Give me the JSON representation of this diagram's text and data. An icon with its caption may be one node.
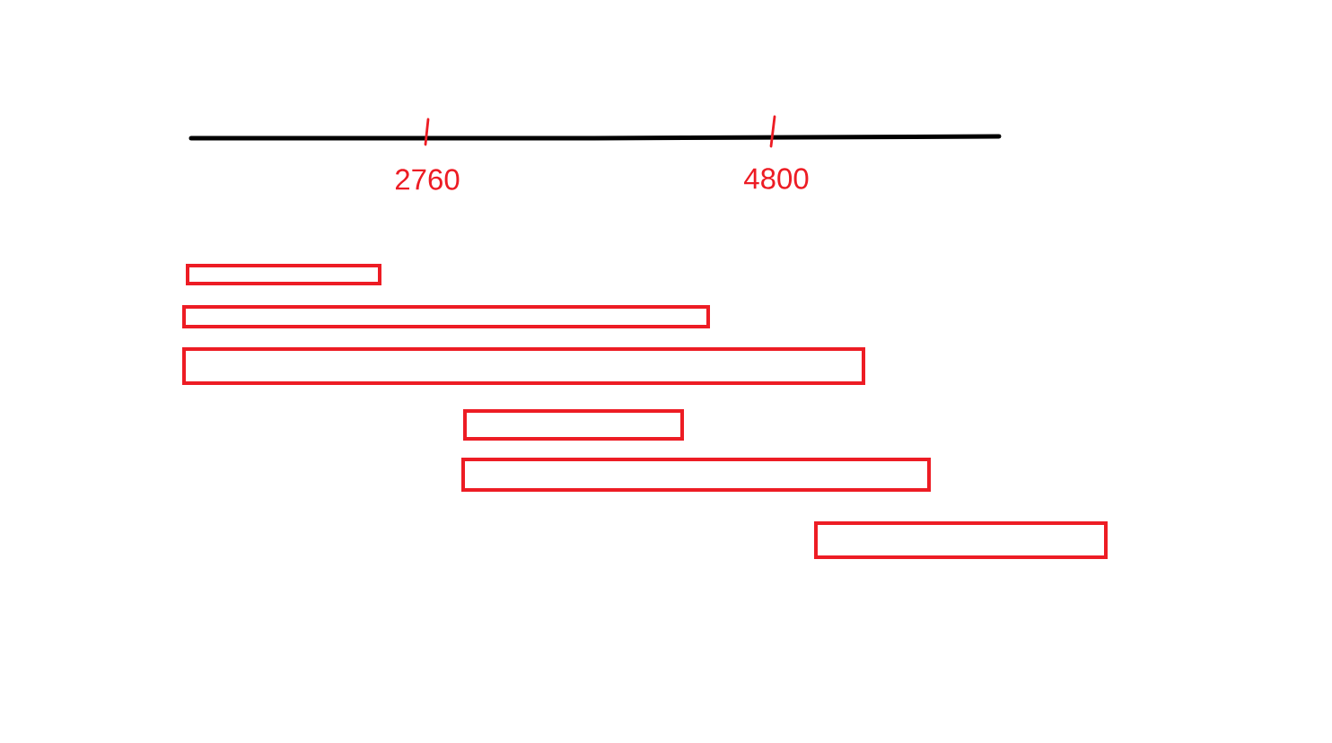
{
  "diagram": {
    "nodes": [
      {
        "text": [],
        "shape": "bar"
      },
      {
        "text": [],
        "shape": "bar"
      },
      {
        "text": [],
        "shape": "bar"
      },
      {
        "text": [],
        "shape": "bar"
      },
      {
        "text": [],
        "shape": "bar"
      },
      {
        "text": [],
        "shape": "bar"
      }
    ],
    "labels": [
      "2760",
      "4800"
    ]
  }
}
